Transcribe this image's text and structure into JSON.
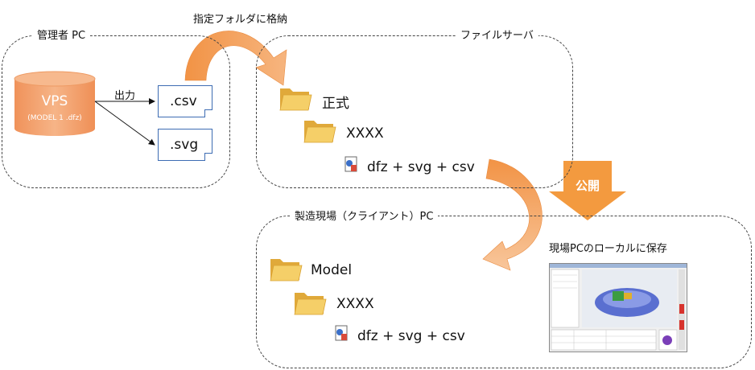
{
  "admin_pc": {
    "label": "管理者 PC",
    "database": {
      "title": "VPS",
      "subtitle": "(MODEL 1 .dfz)"
    },
    "output_label": "出力",
    "files": [
      ".csv",
      ".svg"
    ]
  },
  "store_arrow_label": "指定フォルダに格納",
  "file_server": {
    "label": "ファイルサーバ",
    "folders": [
      "正式",
      "XXXX"
    ],
    "file_set": "dfz + svg + csv"
  },
  "publish_label": "公開",
  "site_pc": {
    "label": "製造現場（クライアント）PC",
    "save_label": "現場PCのローカルに保存",
    "folders": [
      "Model",
      "XXXX"
    ],
    "file_set": "dfz + svg + csv"
  },
  "colors": {
    "cylinder": "#f4a36a",
    "arrow_orange": "#f39a4f",
    "folder": "#f2c85b",
    "doc_border": "#3d6cb3",
    "dashed_border": "#444444"
  },
  "icons": {
    "database": "cylinder-icon",
    "folder": "folder-icon",
    "file": "file-set-icon",
    "screenshot": "viewer-screenshot-icon"
  }
}
